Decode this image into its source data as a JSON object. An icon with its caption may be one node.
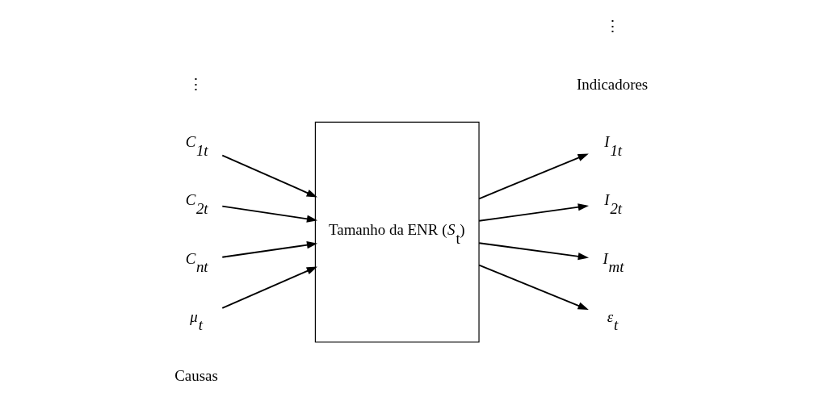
{
  "diagram": {
    "nodes": [
      {
        "text": [
          "C$_{1t}$"
        ]
      },
      {
        "text": [
          "C$_{2t}$"
        ]
      },
      {
        "text": [
          "C$_{nt}$"
        ]
      },
      {
        "text": [
          "μ$_{t}$"
        ]
      },
      {
        "text": [
          "Tamanho da ENR (*S*$_{t}$)"
        ]
      },
      {
        "text": [
          "I$_{1t}$"
        ]
      },
      {
        "text": [
          "I$_{2t}$"
        ]
      },
      {
        "text": [
          "I$_{mt}$"
        ]
      },
      {
        "text": [
          "ε$_{t}$"
        ]
      }
    ],
    "edges": [
      {
        "from": 0,
        "to": 4,
        "arrow": "to"
      },
      {
        "from": 1,
        "to": 4,
        "arrow": "to"
      },
      {
        "from": 2,
        "to": 4,
        "arrow": "to"
      },
      {
        "from": 3,
        "to": 4,
        "arrow": "to"
      },
      {
        "from": 4,
        "to": 5,
        "arrow": "to"
      },
      {
        "from": 4,
        "to": 6,
        "arrow": "to"
      },
      {
        "from": 4,
        "to": 7,
        "arrow": "to"
      },
      {
        "from": 4,
        "to": 8,
        "arrow": "to"
      }
    ],
    "labels": [
      "Causas",
      "Indicadores",
      "⋮",
      "⋮"
    ]
  }
}
